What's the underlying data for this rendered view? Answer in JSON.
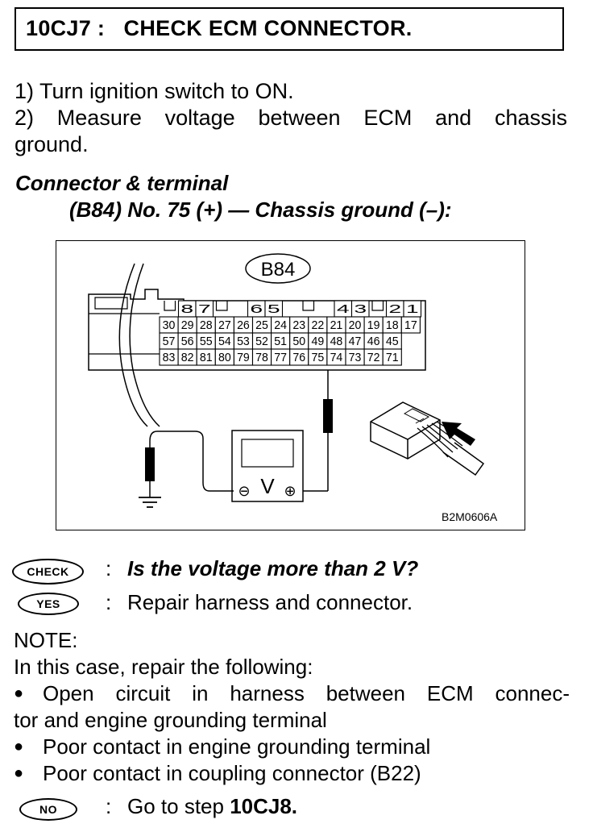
{
  "header": {
    "title": "10CJ7 :   CHECK ECM CONNECTOR."
  },
  "steps": {
    "step1": "1)  Turn ignition switch to ON.",
    "step2_line1": "2)  Measure  voltage  between  ECM  and  chassis",
    "step2_line2": "ground."
  },
  "connector": {
    "heading": "Connector & terminal",
    "subheading": "(B84) No. 75 (+) — Chassis ground (–):"
  },
  "diagram": {
    "connector_label": "B84",
    "figure_id": "B2M0606A",
    "top_row": [
      "8",
      "7",
      "6",
      "5",
      "4",
      "3",
      "2",
      "1"
    ],
    "row1": [
      "30",
      "29",
      "28",
      "27",
      "26",
      "25",
      "24",
      "23",
      "22",
      "21",
      "20",
      "19",
      "18",
      "17"
    ],
    "row2": [
      "57",
      "56",
      "55",
      "54",
      "53",
      "52",
      "51",
      "50",
      "49",
      "48",
      "47",
      "46",
      "45"
    ],
    "row3": [
      "83",
      "82",
      "81",
      "80",
      "79",
      "78",
      "77",
      "76",
      "75",
      "74",
      "73",
      "72",
      "71"
    ],
    "meter_symbol": "V",
    "meter_minus": "⊖",
    "meter_plus": "⊕"
  },
  "check": {
    "badge": "CHECK",
    "colon": ":",
    "question": "Is the voltage more than 2 V?"
  },
  "yes": {
    "badge": "YES",
    "colon": ":",
    "text": "Repair harness and connector."
  },
  "note": {
    "label": "NOTE:",
    "intro": "In this case, repair the following:",
    "bullets": [
      {
        "line1": "Open circuit in harness between ECM connec-",
        "line2": "tor and engine grounding terminal"
      },
      {
        "line1": "Poor contact in engine grounding terminal"
      },
      {
        "line1": "Poor contact in coupling connector (B22)"
      }
    ],
    "bullet_glyph": "●"
  },
  "no": {
    "badge": "NO",
    "colon": ":",
    "text_prefix": "Go to step ",
    "text_step": "10CJ8."
  }
}
